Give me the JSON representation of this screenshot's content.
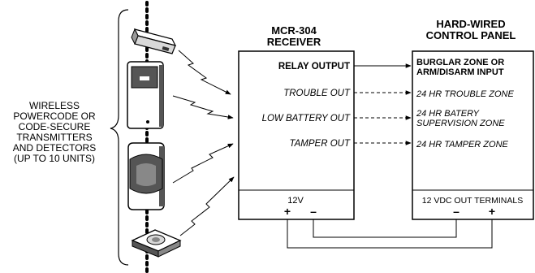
{
  "left_label": {
    "lines": [
      "WIRELESS",
      "POWERCODE OR",
      "CODE-SECURE",
      "TRANSMITTERS",
      "AND DETECTORS",
      "(UP TO 10 UNITS)"
    ]
  },
  "receiver": {
    "title_lines": [
      "MCR-304",
      "RECEIVER"
    ],
    "outputs": [
      "RELAY OUTPUT",
      "TROUBLE OUT",
      "LOW BATTERY OUT",
      "TAMPER OUT"
    ],
    "power_label": "12V",
    "plus": "+",
    "minus": "–"
  },
  "panel": {
    "title_lines": [
      "HARD-WIRED",
      "CONTROL PANEL"
    ],
    "input_zone_lines": [
      "BURGLAR ZONE OR",
      "ARM/DISARM INPUT"
    ],
    "trouble_zone": "24 HR TROUBLE ZONE",
    "battery_zone_lines": [
      "24 HR BATERY",
      "SUPERVISION ZONE"
    ],
    "tamper_zone": "24 HR TAMPER ZONE",
    "terminals_label": "12 VDC OUT TERMINALS",
    "minus": "–",
    "plus": "+"
  },
  "colors": {
    "ink": "#000000",
    "background": "#ffffff",
    "device_dark": "#555555",
    "device_light": "#d8d8d8"
  }
}
